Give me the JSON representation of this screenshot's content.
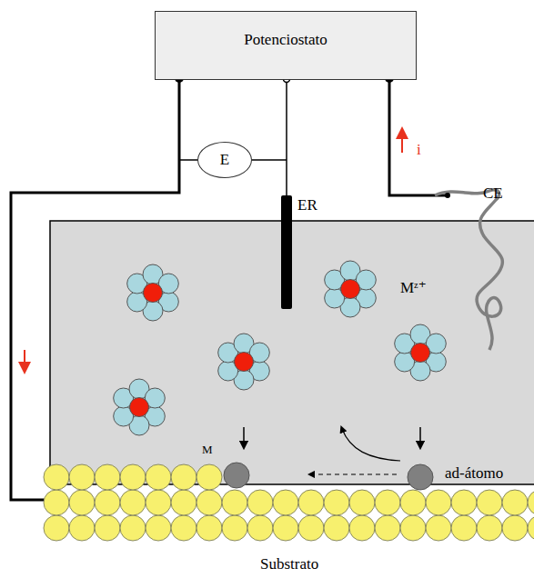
{
  "diagram": {
    "nodes": [
      {
        "text": [
          "Potenciostato"
        ]
      },
      {
        "text": [
          "E"
        ]
      }
    ],
    "labels": [
      "ER",
      "CE",
      "i",
      "Mᶻ⁺",
      "M",
      "ad-átomo",
      "Substrato"
    ]
  }
}
